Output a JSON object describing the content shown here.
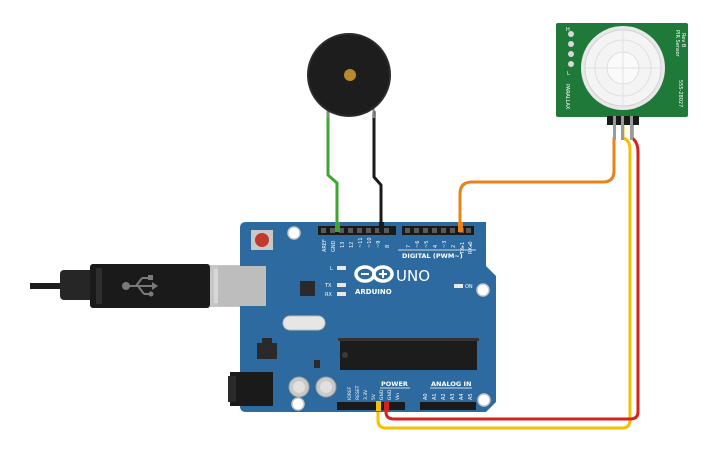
{
  "board": {
    "brand": "ARDUINO",
    "model": "UNO",
    "digital_header_label": "DIGITAL (PWM~)",
    "power_label": "POWER",
    "analog_label": "ANALOG IN",
    "led_l": "L",
    "led_tx": "TX",
    "led_rx": "RX",
    "led_on": "ON",
    "digital_pins": [
      "AREF",
      "GND",
      "13",
      "12",
      "~11",
      "~10",
      "~9",
      "8",
      "7",
      "~6",
      "~5",
      "4",
      "~3",
      "2",
      "TX▸1",
      "RX◂0"
    ],
    "power_pins": [
      "IOREF",
      "RESET",
      "3.3V",
      "5V",
      "GND",
      "GND",
      "Vin"
    ],
    "analog_pins": [
      "A0",
      "A1",
      "A2",
      "A3",
      "A4",
      "A5"
    ]
  },
  "pir": {
    "title": "PIR Sensor",
    "revision": "Rev B",
    "part": "555-28027",
    "brand": "PARALLAX",
    "jumper_h": "H",
    "jumper_l": "L"
  },
  "colors": {
    "board": "#2d6a9f",
    "pcb_green": "#1f7a3a",
    "wire_green": "#3fa535",
    "wire_black": "#1a1a1a",
    "wire_orange": "#e8821a",
    "wire_yellow": "#f2c200",
    "wire_red": "#d8201c"
  },
  "icons": {
    "usb": "usb-icon",
    "infinity": "arduino-infinity-logo"
  }
}
